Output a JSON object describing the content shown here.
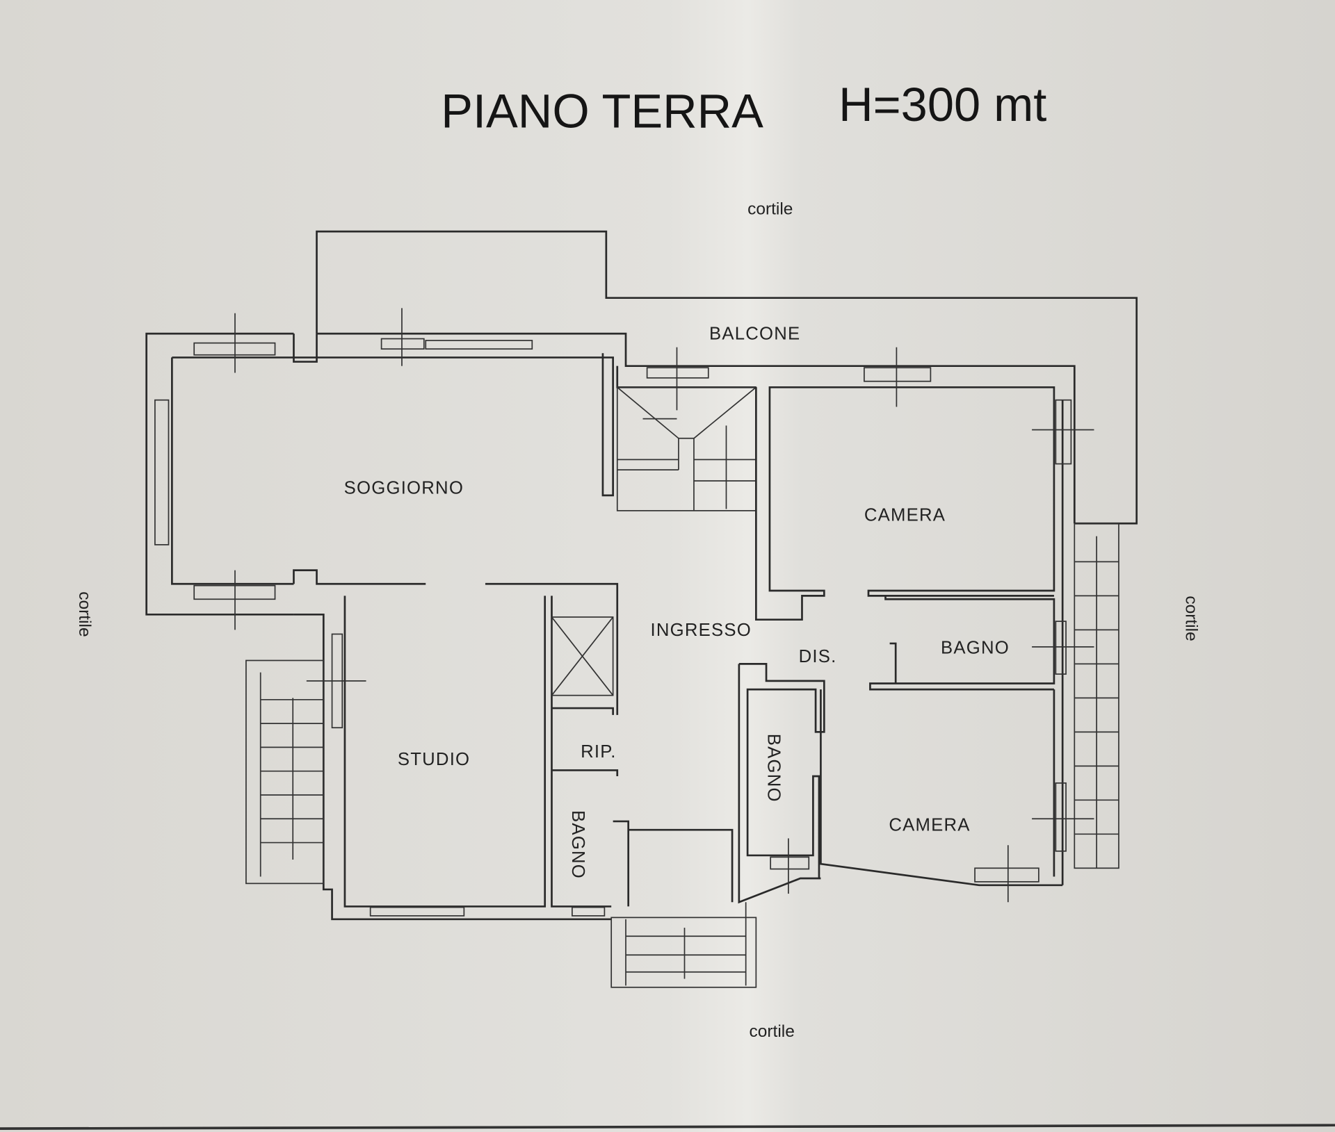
{
  "title": {
    "floor": "PIANO TERRA",
    "height": "H=300 mt"
  },
  "surroundings": {
    "top": "cortile",
    "left": "cortile",
    "right": "cortile",
    "bottom": "cortile"
  },
  "rooms": {
    "balcone": "BALCONE",
    "soggiorno": "SOGGIORNO",
    "camera_top": "CAMERA",
    "ingresso": "INGRESSO",
    "dis": "DIS.",
    "bagno_right": "BAGNO",
    "studio": "STUDIO",
    "rip": "RIP.",
    "bagno_center": "BAGNO",
    "bagno_small": "BAGNO",
    "camera_bottom": "CAMERA"
  },
  "colors": {
    "paper": "#dedcd7",
    "ink": "#2a2a2a"
  }
}
